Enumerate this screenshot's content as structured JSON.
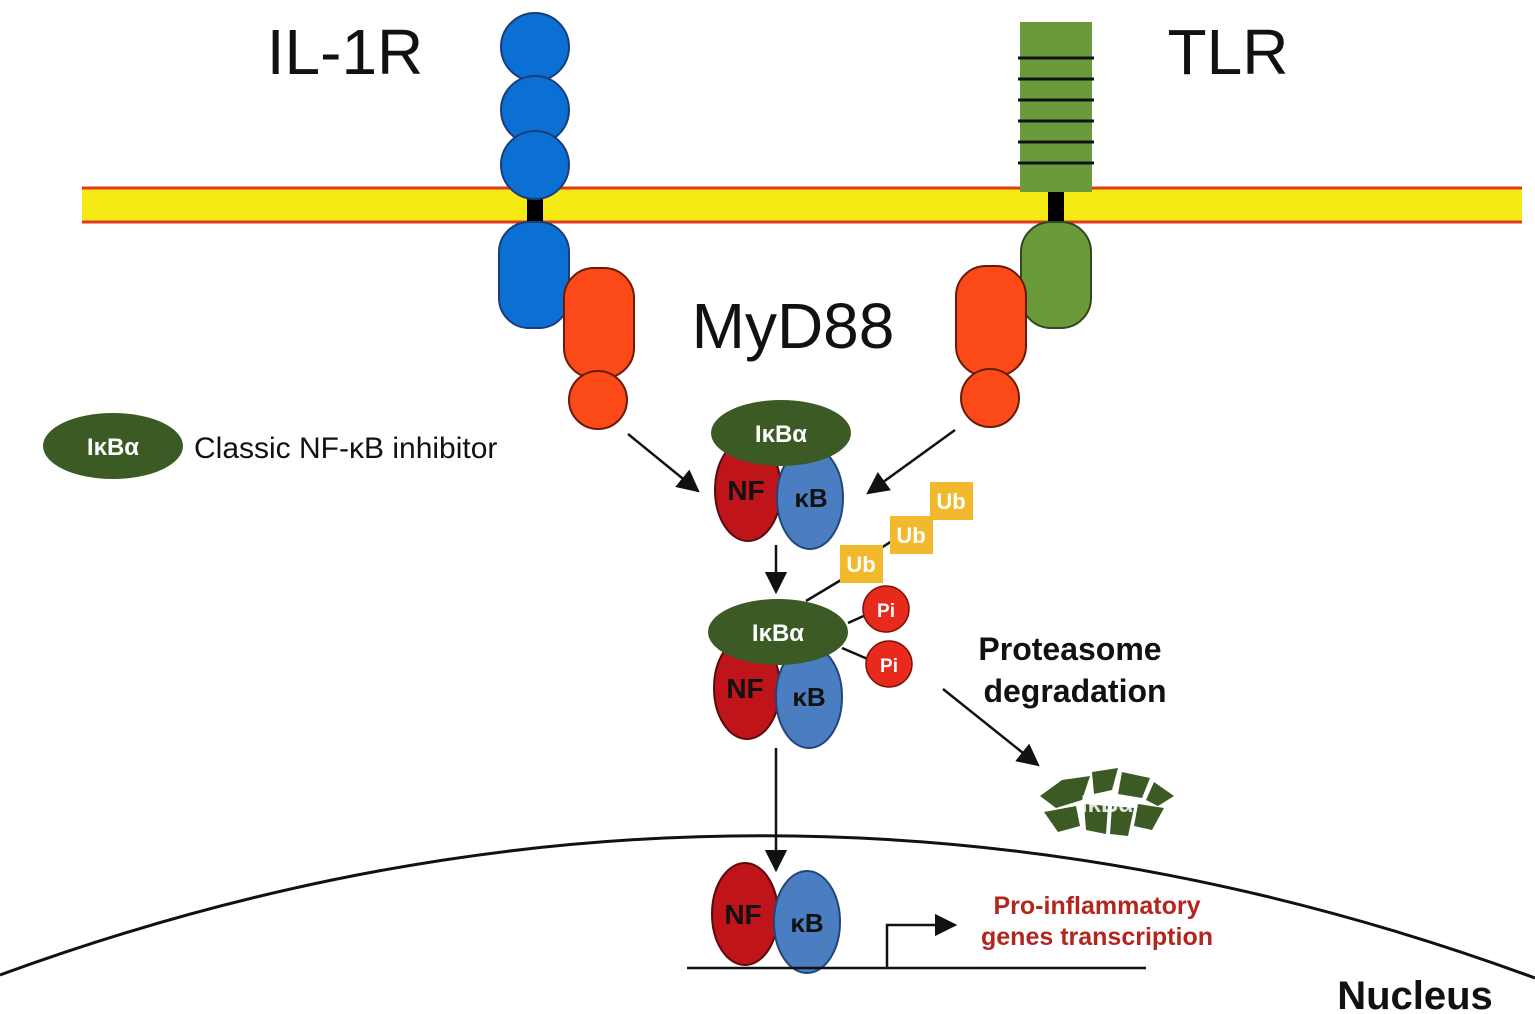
{
  "receptors": {
    "il1r_label": "IL-1R",
    "tlr_label": "TLR",
    "myd88_label": "MyD88"
  },
  "legend": {
    "symbol_label": "IκBα",
    "description": "Classic NF-κB inhibitor"
  },
  "complex_top": {
    "ikba": "IκBα",
    "nf": "NF",
    "kb": "κB"
  },
  "complex_mid": {
    "ikba": "IκBα",
    "nf": "NF",
    "kb": "κB"
  },
  "complex_nucleus": {
    "nf": "NF",
    "kb": "κB"
  },
  "ubiquitin": [
    "Ub",
    "Ub",
    "Ub"
  ],
  "phosphate": [
    "Pi",
    "Pi"
  ],
  "proteasome": {
    "line1": "Proteasome",
    "line2": "degradation"
  },
  "degraded_label": "IκBα",
  "transcription": {
    "line1": "Pro-inflammatory",
    "line2": "genes transcription"
  },
  "nucleus_label": "Nucleus",
  "colors": {
    "membrane_fill": "#f5ea14",
    "membrane_edge": "#e03a1e",
    "il1r_blue": "#0b6fd3",
    "tlr_green": "#6a9a3a",
    "myd88_orange": "#fb4a17",
    "ikba_green": "#3b5a24",
    "nf_red": "#c0141b",
    "kb_blue": "#4a7ec0",
    "ub_yellow": "#f2b92c",
    "pi_red": "#e82a1c",
    "transcription_red": "#b3261e"
  }
}
